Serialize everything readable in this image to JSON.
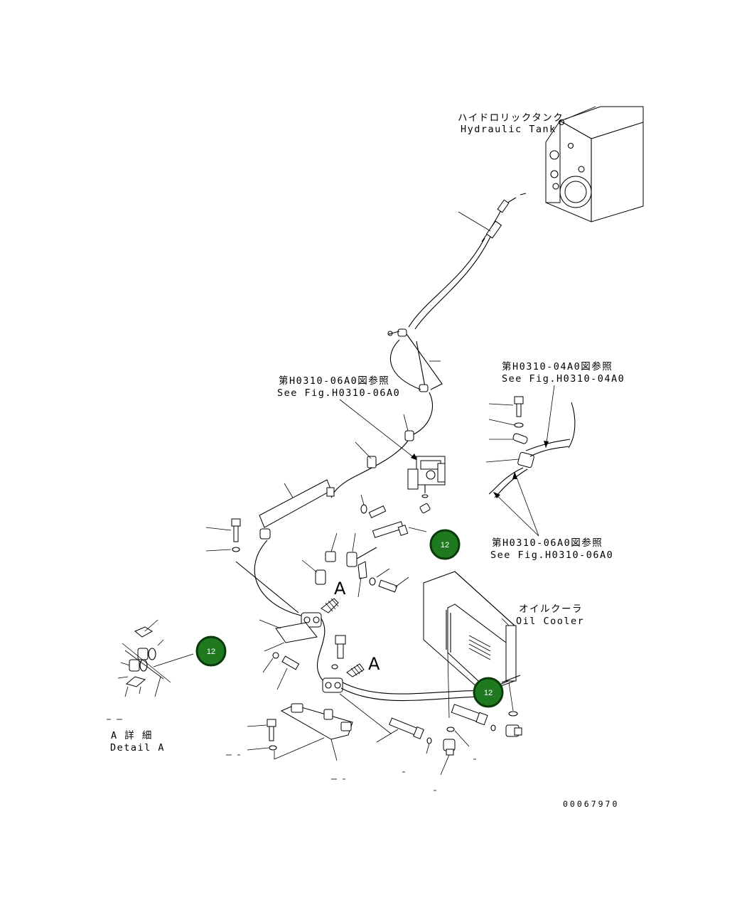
{
  "labels": {
    "hydraulic_tank_jp": "ハイドロリックタンク",
    "hydraulic_tank_en": "Hydraulic Tank",
    "ref1_jp": "第H0310-06A0図参照",
    "ref1_en": "See Fig.H0310-06A0",
    "ref2_jp": "第H0310-04A0図参照",
    "ref2_en": "See Fig.H0310-04A0",
    "ref3_jp": "第H0310-06A0図参照",
    "ref3_en": "See Fig.H0310-06A0",
    "oil_cooler_jp": "オイルクーラ",
    "oil_cooler_en": "Oil Cooler",
    "detail_jp": "A 詳 細",
    "detail_en": "Detail A",
    "view_mark_1": "A",
    "view_mark_2": "A",
    "drawing_code": "00067970"
  },
  "badges": [
    "12",
    "12",
    "12"
  ],
  "colors": {
    "line": "#000000",
    "badge_fill": "#1f7a1f",
    "badge_ring": "#0a3a0a",
    "badge_text": "#ffffff"
  }
}
